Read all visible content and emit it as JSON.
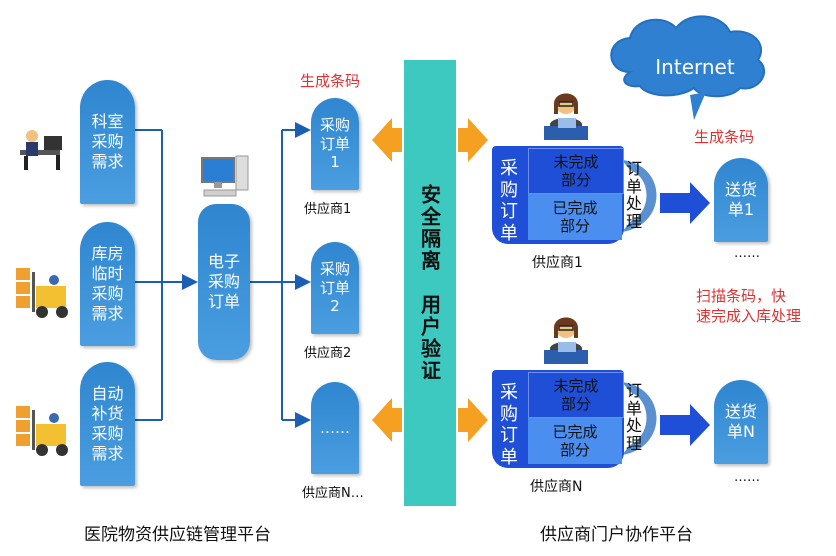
{
  "left_platform": {
    "caption": "医院物资供应链管理平台",
    "demands": [
      {
        "label": "科室\n采购\n需求",
        "icon": "office-worker-icon"
      },
      {
        "label": "库房\n临时\n采购\n需求",
        "icon": "forklift-icon"
      },
      {
        "label": "自动\n补货\n采购\n需求",
        "icon": "forklift-icon"
      }
    ],
    "order_center": {
      "label": "电子\n采购\n订单",
      "icon": "computer-icon"
    },
    "supplier_orders": [
      {
        "label": "采购\n订单\n1",
        "supplier": "供应商1"
      },
      {
        "label": "采购\n订单\n2",
        "supplier": "供应商2"
      },
      {
        "label": "……",
        "supplier": "供应商N…"
      }
    ],
    "barcode_note": "生成条码"
  },
  "security_wall": {
    "label": "安全隔离　用户验证",
    "color": "#3ec9c0"
  },
  "right_platform": {
    "caption": "供应商门户协作平台",
    "cloud": "Internet",
    "barcode_note": "生成条码",
    "scan_note": "扫描条码，快\n速完成入库处理",
    "suppliers": [
      {
        "name": "供应商1",
        "order_label": "采购\n订单",
        "status_top": "未完成\n部分",
        "status_bottom": "已完成\n部分",
        "process_label": "订\n单\n处\n理",
        "delivery_label": "送货\n单1",
        "delivery_more": "……"
      },
      {
        "name": "供应商N",
        "order_label": "采购\n订单",
        "status_top": "未完成\n部分",
        "status_bottom": "已完成\n部分",
        "process_label": "订\n单\n处\n理",
        "delivery_label": "送货\n单N",
        "delivery_more": "……"
      }
    ]
  },
  "colors": {
    "tag": "#3b8fd6",
    "line": "#1a5fb4",
    "orange": "#f5a020",
    "wall": "#3ec9c0",
    "dark_blue": "#1f4fd6"
  }
}
